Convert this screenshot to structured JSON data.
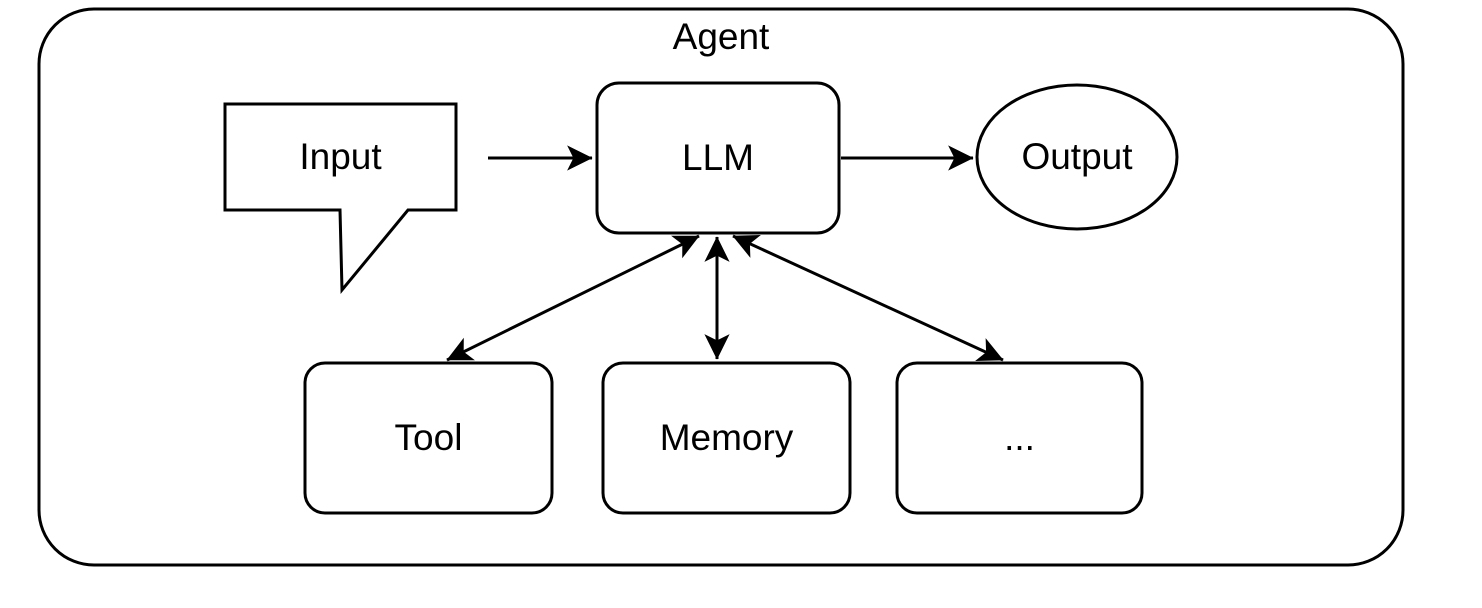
{
  "diagram": {
    "title": "Agent",
    "background_color": "#ffffff",
    "stroke_color": "#000000",
    "node_fill_color": "#ffffff",
    "text_color": "#000000",
    "nodes": [
      {
        "id": "input",
        "label": "Input",
        "shape": "speech-bubble-callout"
      },
      {
        "id": "llm",
        "label": "LLM",
        "shape": "rounded-rect"
      },
      {
        "id": "output",
        "label": "Output",
        "shape": "ellipse"
      },
      {
        "id": "tool",
        "label": "Tool",
        "shape": "rounded-rect"
      },
      {
        "id": "memory",
        "label": "Memory",
        "shape": "rounded-rect"
      },
      {
        "id": "more",
        "label": "...",
        "shape": "rounded-rect"
      }
    ],
    "edges": [
      {
        "from": "input",
        "to": "llm",
        "direction": "one-way"
      },
      {
        "from": "llm",
        "to": "output",
        "direction": "one-way"
      },
      {
        "from": "llm",
        "to": "tool",
        "direction": "two-way"
      },
      {
        "from": "llm",
        "to": "memory",
        "direction": "two-way"
      },
      {
        "from": "llm",
        "to": "more",
        "direction": "two-way"
      }
    ]
  }
}
